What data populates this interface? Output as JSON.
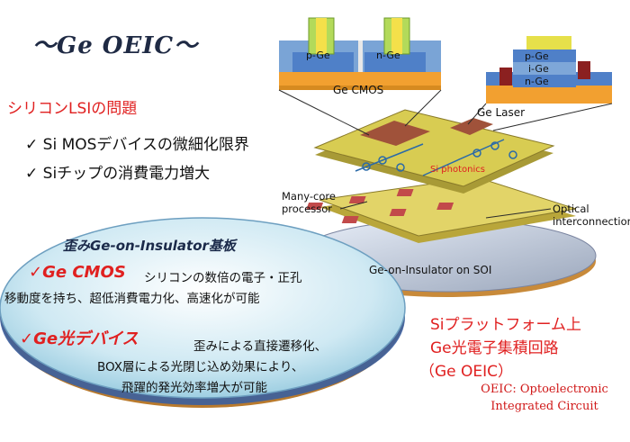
{
  "title": "～Ge OEIC～",
  "problem": {
    "heading": "シリコンLSIの問題",
    "items": [
      "✓ Si MOSデバイスの微細化限界",
      "✓ Siチップの消費電力増大"
    ]
  },
  "diagram": {
    "cmos_label": "Ge CMOS",
    "pge": "p-Ge",
    "nge": "n-Ge",
    "laser_label": "Ge Laser",
    "laser_layers": [
      "p-Ge",
      "i-Ge",
      "n-Ge"
    ],
    "photonics": "Si photonics",
    "manycore": "Many-core\nprocessor",
    "optical": "Optical\ninterconnection",
    "geoi_soi": "Ge-on-Insulator on SOI"
  },
  "disc": {
    "title": "歪みGe-on-Insulator基板",
    "cmos_head": "✓Ge CMOS",
    "cmos_desc1": "シリコンの数倍の電子・正孔",
    "cmos_desc2": "移動度を持ち、超低消費電力化、高速化が可能",
    "opto_head": "✓Ge光デバイス",
    "opto_desc1": "歪みによる直接遷移化、",
    "opto_desc2": "BOX層による光閉じ込め効果により、",
    "opto_desc3": "飛躍的発光効率増大が可能"
  },
  "platform": {
    "line1": "Siプラットフォーム上",
    "line2": "Ge光電子集積回路",
    "line3": "（Ge OEIC）"
  },
  "footnote": {
    "line1": "OEIC: Optoelectronic",
    "line2": "Integrated Circuit"
  },
  "colors": {
    "accent_red": "#e02020",
    "disc_blue": "#bfe2ef",
    "chip_yellow": "#d8cc52",
    "substrate_orange": "#f2a030",
    "layer_blue": "#4f80c8"
  }
}
